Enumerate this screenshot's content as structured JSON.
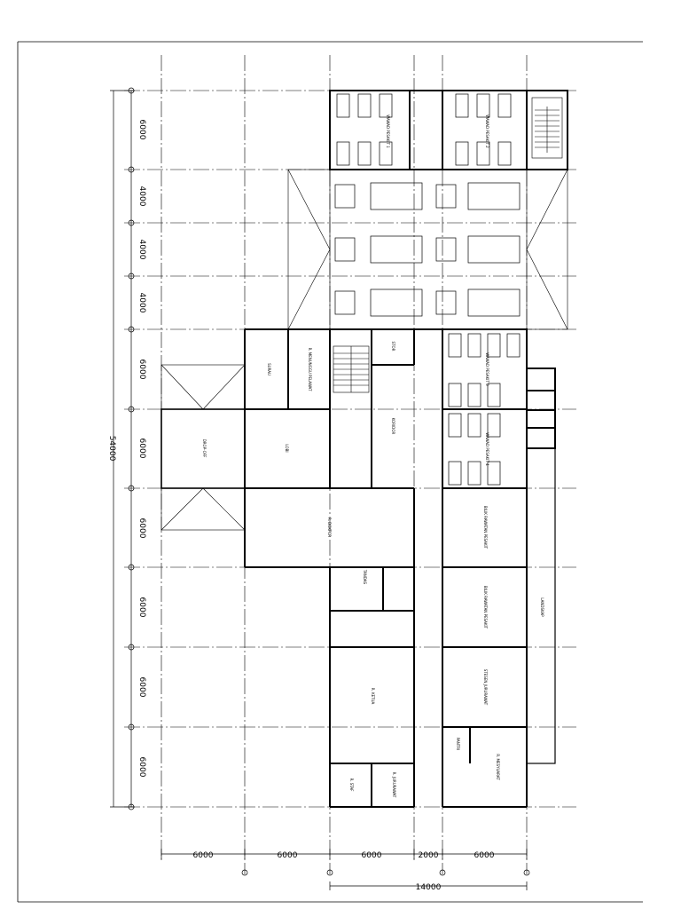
{
  "drawing": {
    "left_dimensions": [
      "6000",
      "4000",
      "4000",
      "4000",
      "6000",
      "6000",
      "6000",
      "6000",
      "6000",
      "6000"
    ],
    "overall_vertical": "54000",
    "bottom_dimensions": [
      "6000",
      "6000",
      "6000",
      "2000",
      "6000"
    ],
    "bottom_total": "14000",
    "room_labels": {
      "ward_1": "WAWAD PESAKIT 1",
      "ward_2": "WAWAD PESAKIT 2",
      "ward_3": "WAWAD PESAKIT 3",
      "ward_4": "WAWAD PESAKIT 4",
      "drop_off": "DROP-OFF",
      "lobby": "LOBI",
      "surau": "SURAU",
      "waiting": "R. MENUNGGU PELAWAT",
      "store": "STOR",
      "corridor": "KORIDOR",
      "r_doctor": "R. DOKTOR",
      "r_head": "R. KETUA",
      "r_staff": "R. STAF",
      "r_nurse": "R. JURURAWAT",
      "clinic_a": "BILIK RAWATAN PESAKIT",
      "clinic_b": "BILIK RAWATAN PESAKIT",
      "nurse_station": "STESEN JURURAWAT",
      "pantry": "PANTRI",
      "r_meeting": "R. MESYUARAT",
      "landscape": "LANDSKAP",
      "toilet": "TANDAS"
    }
  }
}
